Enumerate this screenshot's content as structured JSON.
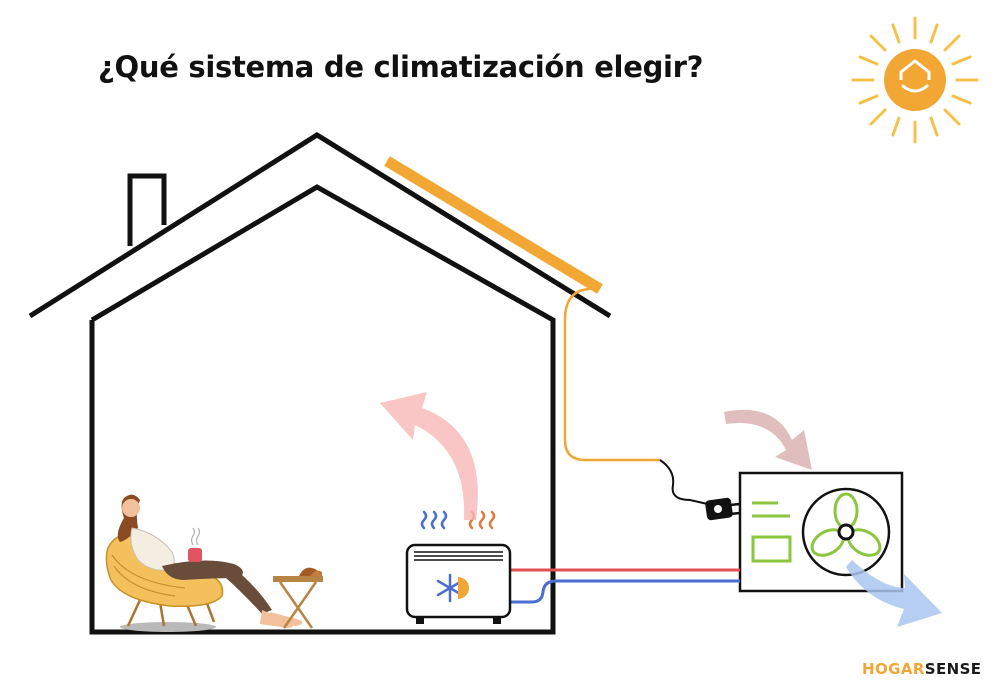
{
  "title": "¿Qué sistema de climatización elegir?",
  "brand": {
    "part1": "HOGAR",
    "part2": "SENSE"
  },
  "colors": {
    "outline": "#111111",
    "solar": "#f2a735",
    "hot_pipe": "#e05050",
    "cold_pipe": "#4a6fd0",
    "warm_arrow": "#f7b6b6",
    "cool_arrow": "#a8c6ee",
    "fan": "#8cc63f"
  },
  "icons": {
    "sun": "sun-house-icon",
    "radiator": "radiator-icon",
    "heat_pump": "heat-pump-icon",
    "plug": "plug-icon"
  }
}
